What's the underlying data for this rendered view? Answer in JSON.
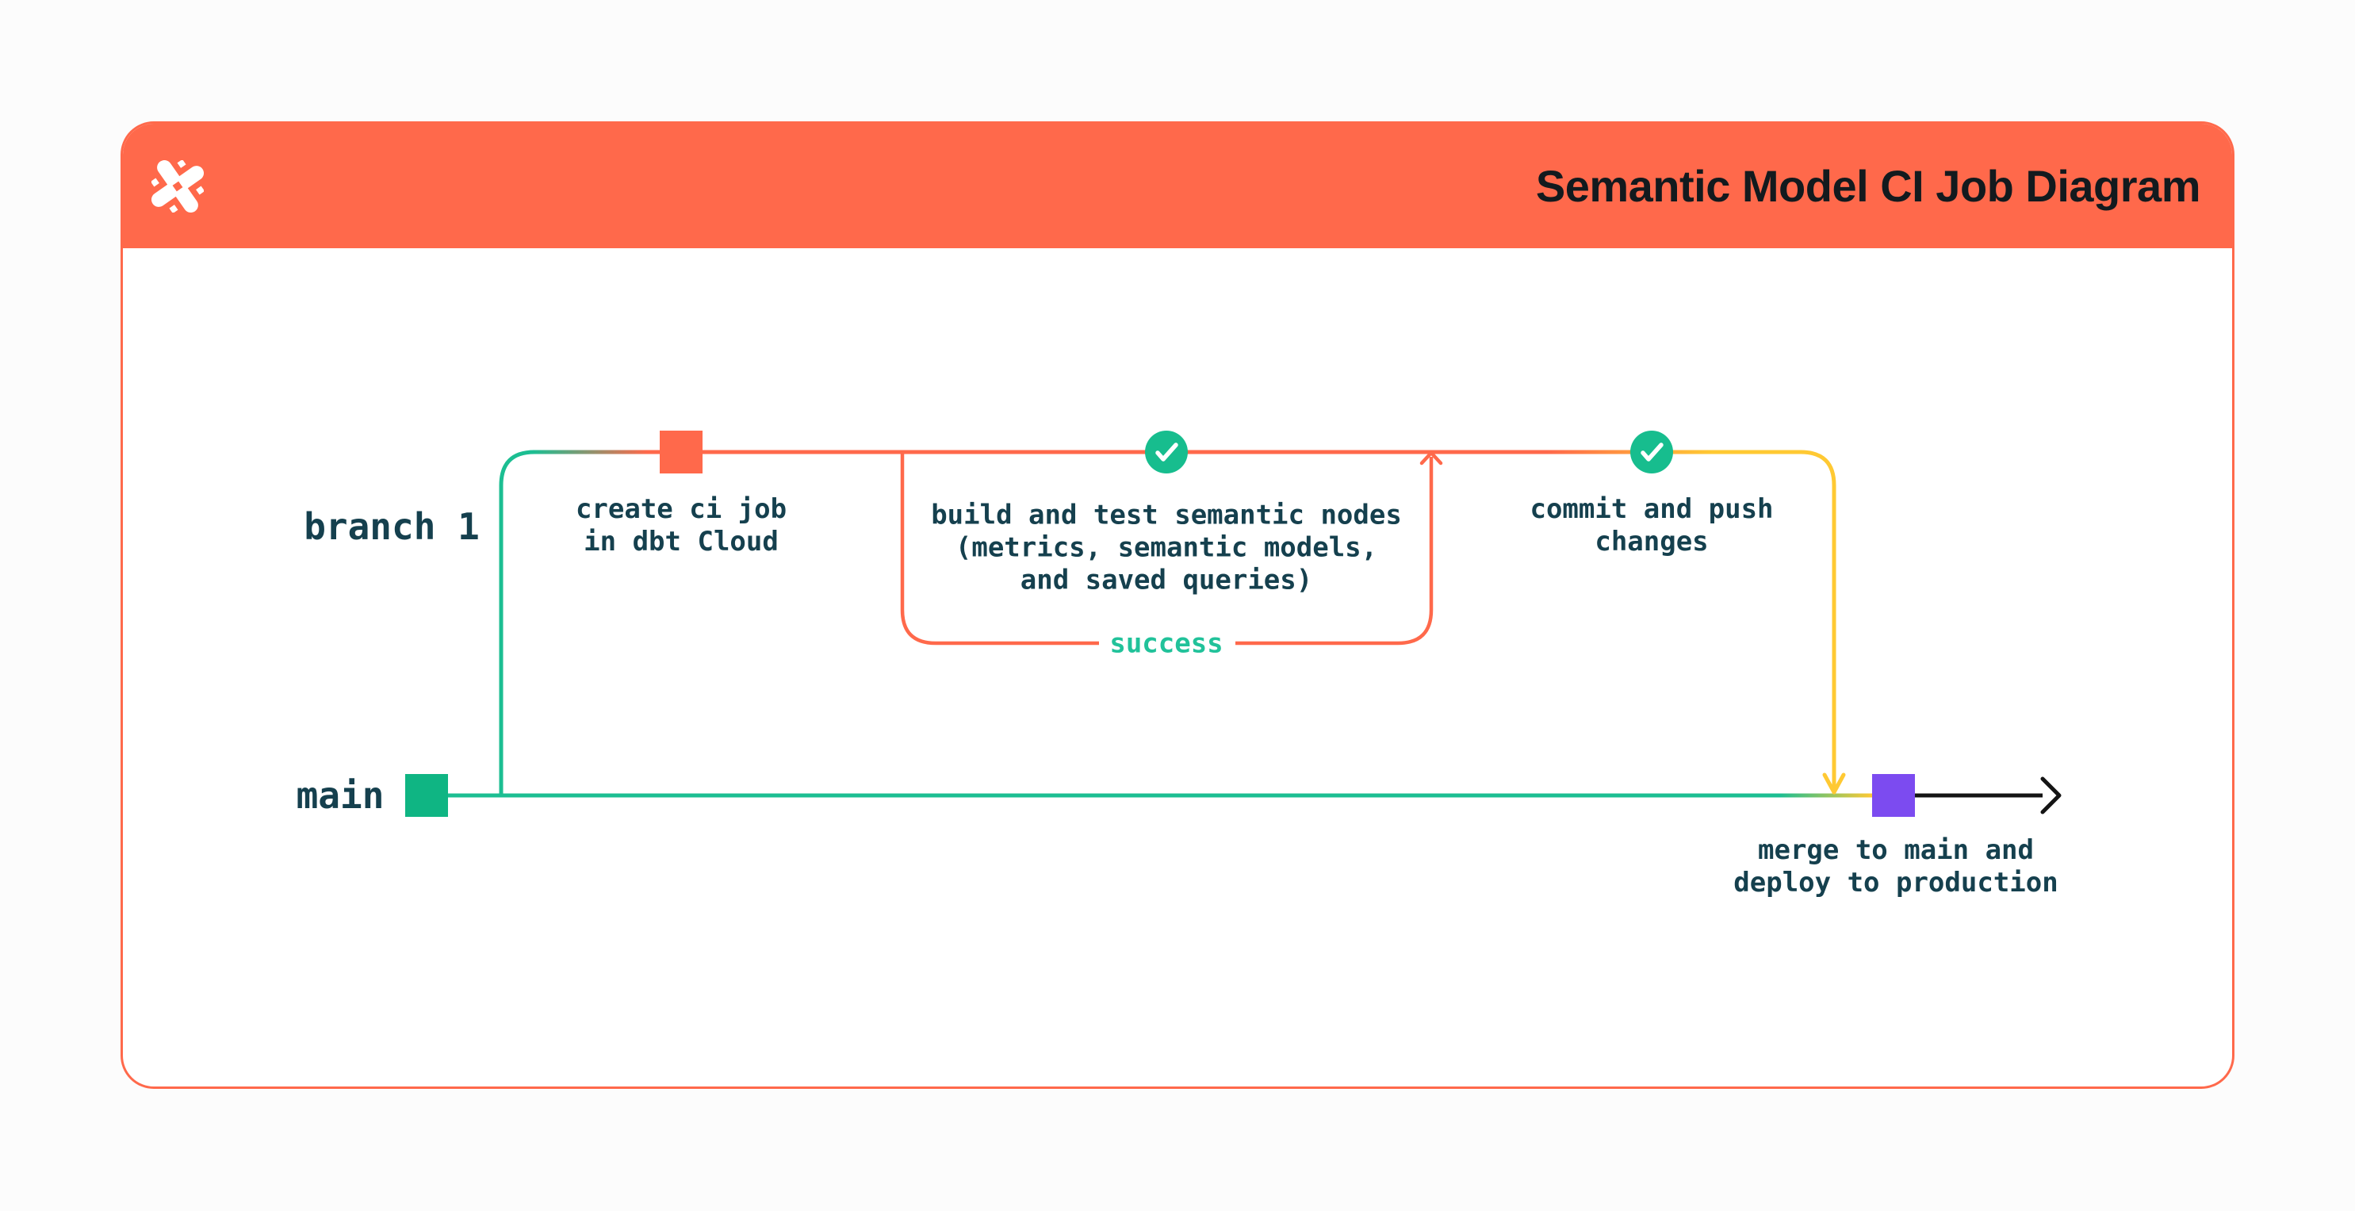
{
  "header": {
    "title": "Semantic Model CI Job Diagram",
    "logo": "dbt-logo"
  },
  "colors": {
    "page_bg": "#FCFCFC",
    "card_bg": "#FFFFFF",
    "orange": "#FF694B",
    "yellow": "#FFC933",
    "purple": "#7C4BF0",
    "green_node": "#0FB583",
    "green_circle": "#17BD8E",
    "green_line": "#1CBE92",
    "success": "#21C29A",
    "label": "#15404E",
    "title": "#131A1E",
    "black_line": "#141414"
  },
  "diagram": {
    "lanes": [
      {
        "label": "branch 1"
      },
      {
        "label": "main"
      }
    ],
    "steps": [
      {
        "id": "create-ci-job",
        "marker": "orange-commit-square",
        "label": "create ci job\nin dbt Cloud"
      },
      {
        "id": "build-and-test",
        "marker": "check-circle",
        "label": "build and test semantic nodes\n(metrics, semantic models,\nand saved queries)"
      },
      {
        "id": "loop-status",
        "marker": "loop-return-arrow",
        "label": "success"
      },
      {
        "id": "commit-and-push",
        "marker": "check-circle",
        "label": "commit and push\nchanges"
      },
      {
        "id": "merge-deploy",
        "marker": "purple-commit-square",
        "label": "merge to main and\ndeploy to production"
      }
    ]
  }
}
